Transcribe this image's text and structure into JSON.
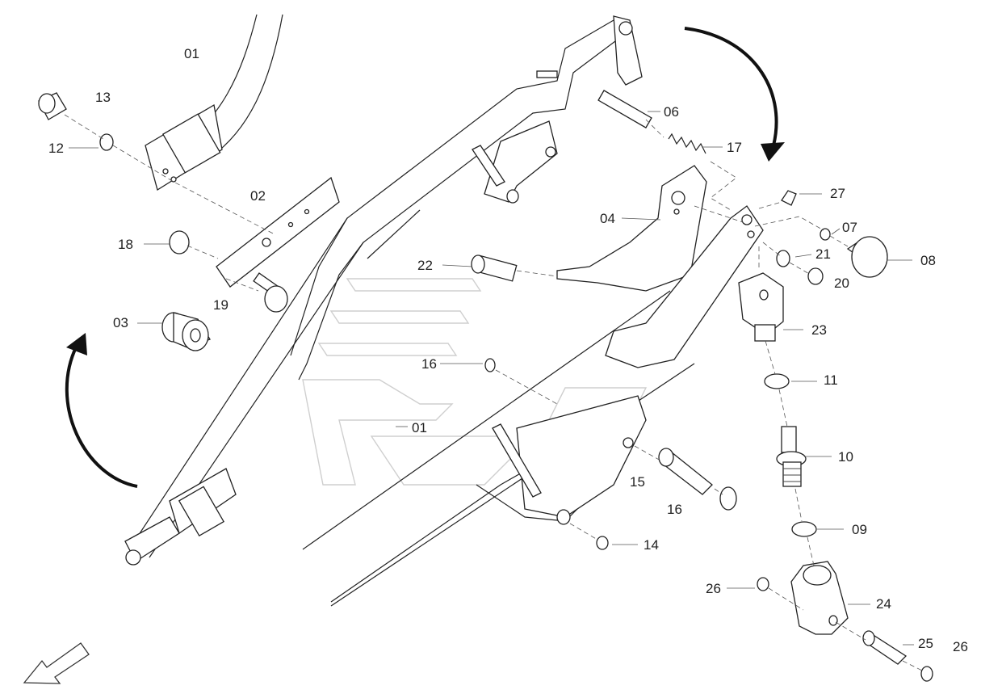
{
  "part_labels": [
    {
      "id": "l01a",
      "text": "01"
    },
    {
      "id": "l01b",
      "text": "01"
    },
    {
      "id": "l02",
      "text": "02"
    },
    {
      "id": "l03",
      "text": "03"
    },
    {
      "id": "l04",
      "text": "04"
    },
    {
      "id": "l06",
      "text": "06"
    },
    {
      "id": "l07",
      "text": "07"
    },
    {
      "id": "l08",
      "text": "08"
    },
    {
      "id": "l09",
      "text": "09"
    },
    {
      "id": "l10",
      "text": "10"
    },
    {
      "id": "l11",
      "text": "11"
    },
    {
      "id": "l12",
      "text": "12"
    },
    {
      "id": "l13",
      "text": "13"
    },
    {
      "id": "l14",
      "text": "14"
    },
    {
      "id": "l15",
      "text": "15"
    },
    {
      "id": "l16a",
      "text": "16"
    },
    {
      "id": "l16b",
      "text": "16"
    },
    {
      "id": "l17",
      "text": "17"
    },
    {
      "id": "l18",
      "text": "18"
    },
    {
      "id": "l19",
      "text": "19"
    },
    {
      "id": "l20",
      "text": "20"
    },
    {
      "id": "l21",
      "text": "21"
    },
    {
      "id": "l22",
      "text": "22"
    },
    {
      "id": "l23",
      "text": "23"
    },
    {
      "id": "l24",
      "text": "24"
    },
    {
      "id": "l25",
      "text": "25"
    },
    {
      "id": "l26a",
      "text": "26"
    },
    {
      "id": "l26b",
      "text": "26"
    },
    {
      "id": "l27",
      "text": "27"
    }
  ],
  "colors": {
    "line": "#222222",
    "background": "#ffffff",
    "watermark": "#cfcfcf"
  }
}
